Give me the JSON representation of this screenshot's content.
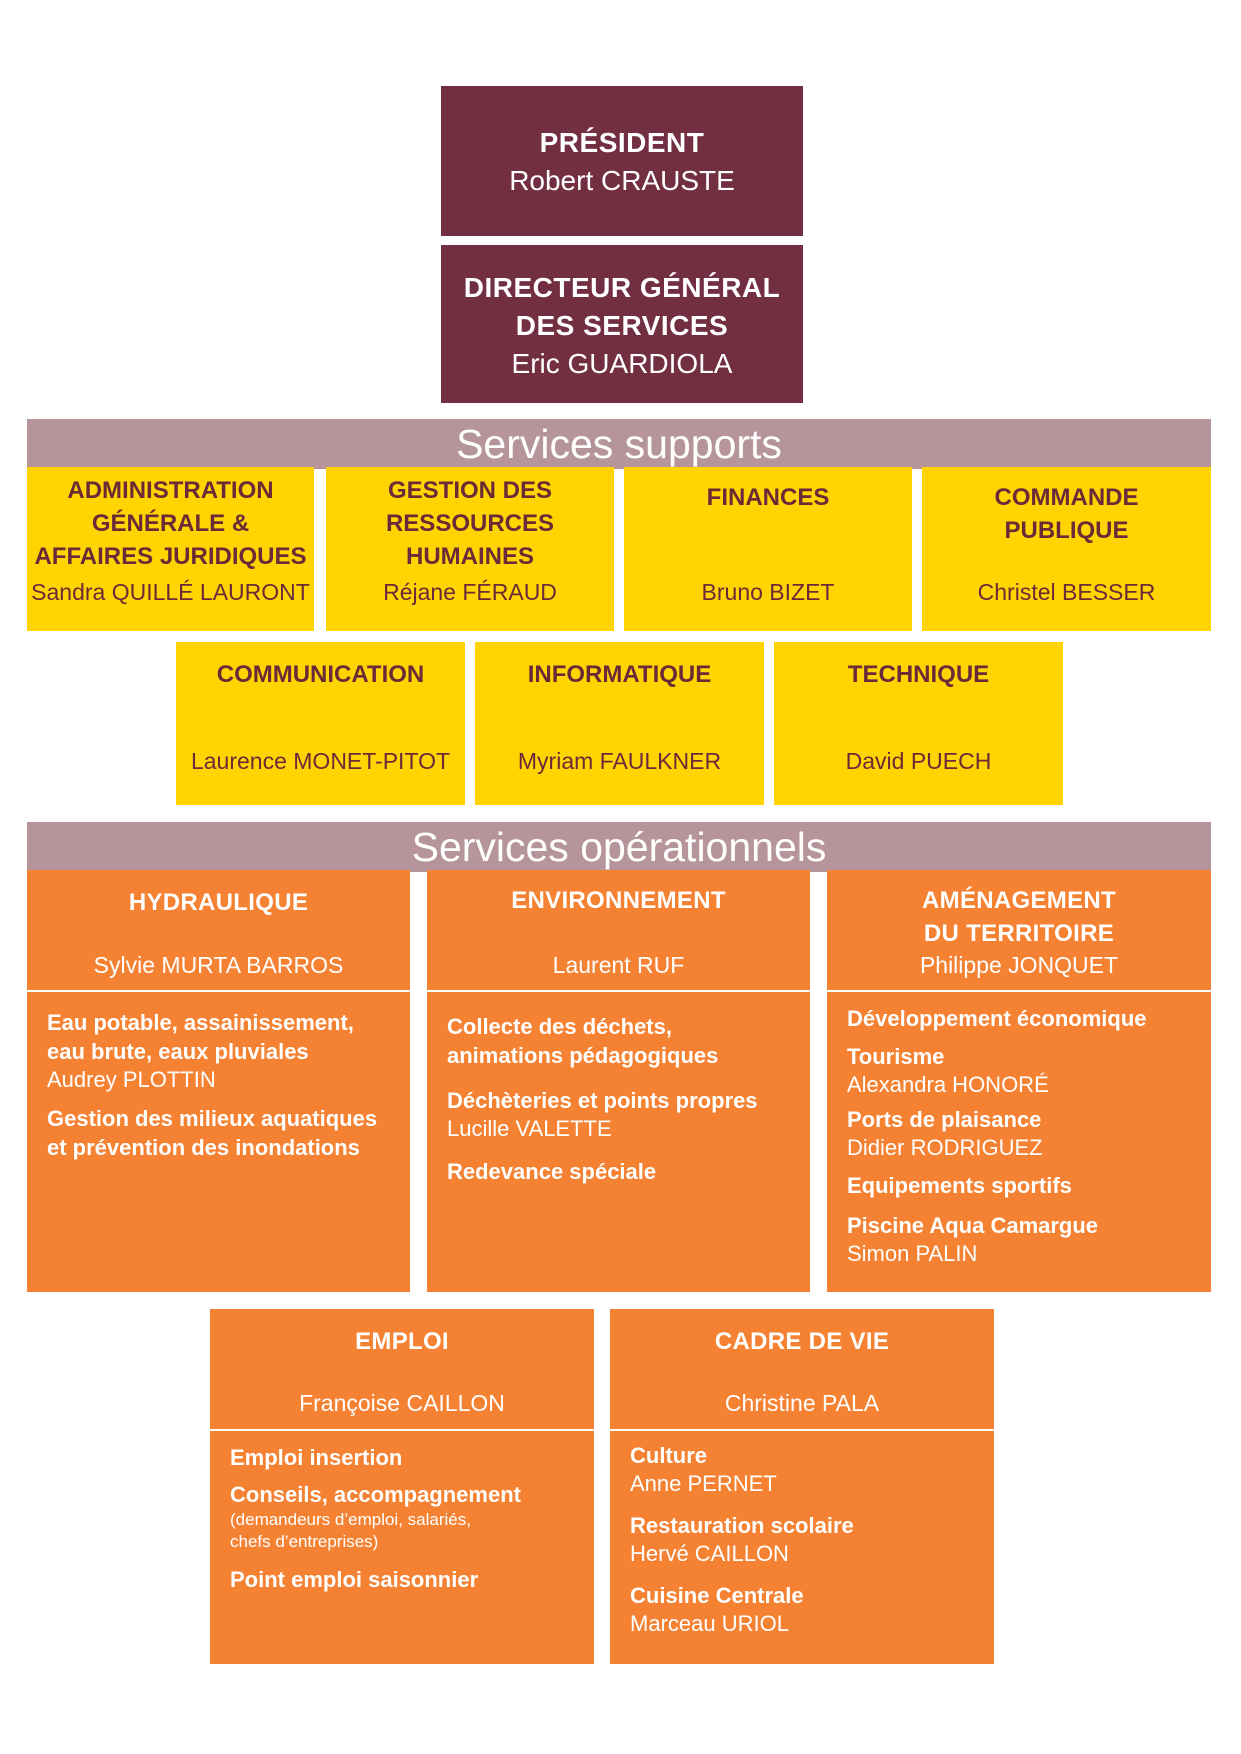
{
  "executives": {
    "president": {
      "title": "PRÉSIDENT",
      "name": "Robert CRAUSTE"
    },
    "director": {
      "title_line1": "DIRECTEUR GÉNÉRAL",
      "title_line2": "DES SERVICES",
      "name": "Eric GUARDIOLA"
    }
  },
  "support_services": {
    "heading": "Services supports",
    "row1": [
      {
        "title_lines": [
          "ADMINISTRATION",
          "GÉNÉRALE &",
          "AFFAIRES JURIDIQUES"
        ],
        "name": "Sandra QUILLÉ LAURONT"
      },
      {
        "title_lines": [
          "GESTION DES",
          "RESSOURCES",
          "HUMAINES"
        ],
        "name": "Réjane FÉRAUD"
      },
      {
        "title_lines": [
          "FINANCES"
        ],
        "name": "Bruno BIZET"
      },
      {
        "title_lines": [
          "COMMANDE",
          "PUBLIQUE"
        ],
        "name": "Christel BESSER"
      }
    ],
    "row2": [
      {
        "title_lines": [
          "COMMUNICATION"
        ],
        "name": "Laurence MONET-PITOT"
      },
      {
        "title_lines": [
          "INFORMATIQUE"
        ],
        "name": "Myriam FAULKNER"
      },
      {
        "title_lines": [
          "TECHNIQUE"
        ],
        "name": "David PUECH"
      }
    ]
  },
  "operational_services": {
    "heading": "Services opérationnels",
    "units": [
      {
        "title_lines": [
          "HYDRAULIQUE"
        ],
        "name": "Sylvie MURTA BARROS",
        "sections": [
          {
            "title_lines": [
              "Eau potable, assainissement,",
              "eau brute, eaux pluviales"
            ],
            "person": "Audrey PLOTTIN"
          },
          {
            "title_lines": [
              "Gestion des milieux aquatiques",
              "et prévention des inondations"
            ]
          }
        ]
      },
      {
        "title_lines": [
          "ENVIRONNEMENT"
        ],
        "name": "Laurent RUF",
        "sections": [
          {
            "title_lines": [
              "Collecte des déchets,",
              "animations pédagogiques"
            ]
          },
          {
            "title_lines": [
              "Déchèteries et points propres"
            ],
            "person": "Lucille VALETTE"
          },
          {
            "title_lines": [
              "Redevance spéciale"
            ]
          }
        ]
      },
      {
        "title_lines": [
          "AMÉNAGEMENT",
          "DU TERRITOIRE"
        ],
        "name": "Philippe JONQUET",
        "sections": [
          {
            "title_lines": [
              "Développement économique"
            ]
          },
          {
            "title_lines": [
              "Tourisme"
            ],
            "person": "Alexandra HONORÉ"
          },
          {
            "title_lines": [
              "Ports de plaisance"
            ],
            "person": "Didier RODRIGUEZ"
          },
          {
            "title_lines": [
              "Equipements sportifs"
            ]
          },
          {
            "title_lines": [
              "Piscine Aqua Camargue"
            ],
            "person": "Simon PALIN"
          }
        ]
      },
      {
        "title_lines": [
          "EMPLOI"
        ],
        "name": "Françoise CAILLON",
        "sections": [
          {
            "title_lines": [
              "Emploi insertion"
            ]
          },
          {
            "title_lines": [
              "Conseils, accompagnement"
            ],
            "detail_lines": [
              "(demandeurs d’emploi, salariés,",
              "chefs d’entreprises)"
            ]
          },
          {
            "title_lines": [
              "Point emploi saisonnier"
            ]
          }
        ]
      },
      {
        "title_lines": [
          "CADRE DE VIE"
        ],
        "name": "Christine PALA",
        "sections": [
          {
            "title_lines": [
              "Culture"
            ],
            "person": "Anne PERNET"
          },
          {
            "title_lines": [
              "Restauration scolaire"
            ],
            "person": "Hervé CAILLON"
          },
          {
            "title_lines": [
              "Cuisine Centrale"
            ],
            "person": "Marceau URIOL"
          }
        ]
      }
    ]
  },
  "colors": {
    "executive": "#722f42",
    "band": "#b5949a",
    "support": "#ffd400",
    "support_text": "#6b2a38",
    "operational": "#f58232"
  }
}
